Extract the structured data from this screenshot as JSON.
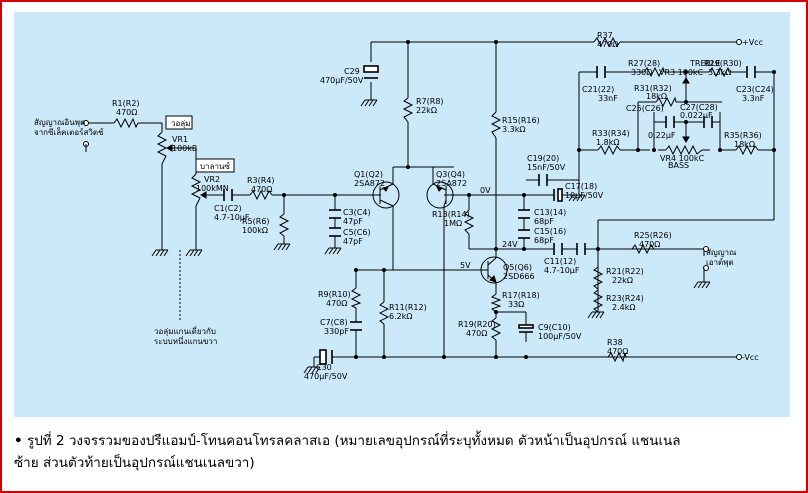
{
  "caption": {
    "bullet": "•",
    "line1": "รูปที่ 2 วงจรรวมของปรีแอมป์-โทนคอนโทรลคลาสเอ (หมายเลขอุปกรณ์ที่ระบุทั้งหมด ตัวหน้าเป็นอุปกรณ์ แชนเนล",
    "line2": "ซ้าย  ส่วนตัวท้ายเป็นอุปกรณ์แชนเนลขวา)"
  },
  "labels": {
    "input_line1": "สัญญาณอินพุต",
    "input_line2": "จากซีเล็คเตอร์สวิตช์",
    "volume_tag": "วอลุ่ม",
    "balance_tag": "บาลานซ์",
    "gang_note_line1": "วอลุ่มแกนเดี่ยวกับ",
    "gang_note_line2": "ระบบหนึ่งแกนขวา",
    "output_line1": "สัญญาณ",
    "output_line2": "เอาต์พุต",
    "vcc_pos": "+Vcc",
    "vcc_neg": "-Vcc",
    "node_0v": "0V",
    "node_24v": "24V",
    "node_5v": "5V",
    "treble": "TREBLE",
    "bass": "BASS"
  },
  "components": {
    "r1": "R1(R2)",
    "r1v": "470Ω",
    "vr1": "VR1",
    "vr1v": "100kB",
    "vr2": "VR2",
    "vr2v": "100kMN",
    "r3": "R3(R4)",
    "r3v": "470Ω",
    "c1": "C1(C2)",
    "c1v": "4.7-10µF",
    "r5": "R5(R6)",
    "r5v": "100kΩ",
    "c3": "C3(C4)",
    "c3v": "47pF",
    "c5": "C5(C6)",
    "c5v": "47pF",
    "q1": "Q1(Q2)",
    "q1v": "2SA872",
    "q3": "Q3(Q4)",
    "q3v": "2SA872",
    "r7": "R7(R8)",
    "r7v": "22kΩ",
    "c29": "C29",
    "c29v": "470µF/50V",
    "r37": "R37",
    "r37v": "470Ω",
    "r15": "R15(R16)",
    "r15v": "3.3kΩ",
    "r13": "R13(R14)",
    "r13v": "1MΩ",
    "c19": "C19(20)",
    "c19v": "15nF/50V",
    "c17": "C17(18)",
    "c17v": "10µF/50V",
    "c13": "C13(14)",
    "c13v": "68pF",
    "c15": "C15(16)",
    "c15v": "68pF",
    "c11": "C11(12)",
    "c11v": "4.7-10µF",
    "q5": "Q5(Q6)",
    "q5v": "2SD666",
    "r17": "R17(R18)",
    "r17v": "33Ω",
    "r19": "R19(R20)",
    "r19v": "470Ω",
    "c9": "C9(C10)",
    "c9v": "100µF/50V",
    "r9": "R9(R10)",
    "r9v": "470Ω",
    "c7": "C7(C8)",
    "c7v": "330pF",
    "r11": "R11(R12)",
    "r11v": "6.2kΩ",
    "c30": "C30",
    "c30v": "470µF/50V",
    "r38": "R38",
    "r38v": "470Ω",
    "r25": "R25(R26)",
    "r25v": "470Ω",
    "r21": "R21(R22)",
    "r21v": "22kΩ",
    "r23": "R23(R24)",
    "r23v": "2.4kΩ",
    "c21": "C21(22)",
    "c21v": "33nF",
    "r27": "R27(28)",
    "r27v": "330Ω",
    "vr3": "VR3 100kC",
    "r29": "R29(R30)",
    "r29v": "3.3kΩ",
    "c23": "C23(C24)",
    "c23v": "3.3nF",
    "r31": "R31(R32)",
    "r31v": "18kΩ",
    "c25": "C25(C26)",
    "c25v": "0.22µF",
    "c27": "C27(C28)",
    "c27v": "0.022µF",
    "r33": "R33(R34)",
    "r33v": "1.8kΩ",
    "r35": "R35(R36)",
    "r35v": "18kΩ",
    "vr4": "VR4 100kC"
  }
}
